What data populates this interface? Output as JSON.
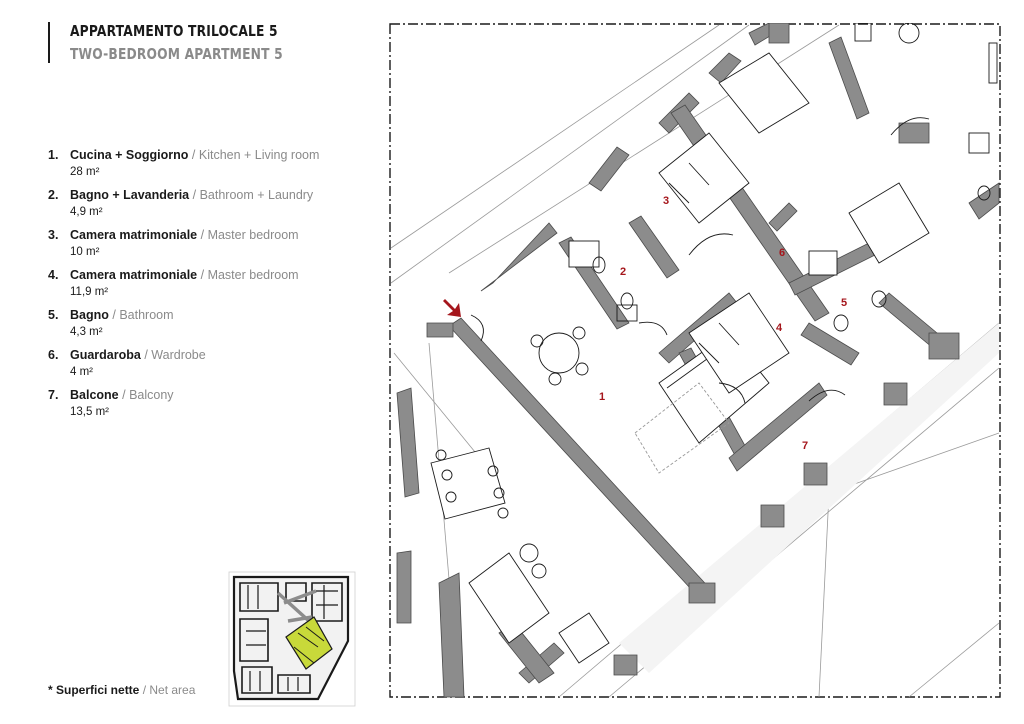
{
  "title": {
    "it": "APPARTAMENTO TRILOCALE 5",
    "en": "TWO-BEDROOM APARTMENT 5"
  },
  "rooms": [
    {
      "num": "1.",
      "it": "Cucina + Soggiorno",
      "en": "/ Kitchen + Living room",
      "area": "28 m²"
    },
    {
      "num": "2.",
      "it": "Bagno + Lavanderia",
      "en": "/ Bathroom + Laundry",
      "area": "4,9 m²"
    },
    {
      "num": "3.",
      "it": "Camera matrimoniale",
      "en": "/ Master bedroom",
      "area": "10 m²"
    },
    {
      "num": "4.",
      "it": "Camera matrimoniale",
      "en": "/ Master bedroom",
      "area": "11,9 m²"
    },
    {
      "num": "5.",
      "it": "Bagno",
      "en": "/ Bathroom",
      "area": "4,3 m²"
    },
    {
      "num": "6.",
      "it": "Guardaroba",
      "en": "/ Wardrobe",
      "area": "4 m²"
    },
    {
      "num": "7.",
      "it": "Balcone",
      "en": "/ Balcony",
      "area": "13,5 m²"
    }
  ],
  "note": {
    "it": "* Superfici nette",
    "en": "/ Net area"
  },
  "plan_labels": {
    "r1": "1",
    "r2": "2",
    "r3": "3",
    "r4": "4",
    "r5": "5",
    "r6": "6",
    "r7": "7"
  },
  "colors": {
    "wall": "#8c8c8c",
    "label": "#a5161c",
    "highlight": "#c8d93a",
    "muted_text": "#8a8a8a"
  }
}
